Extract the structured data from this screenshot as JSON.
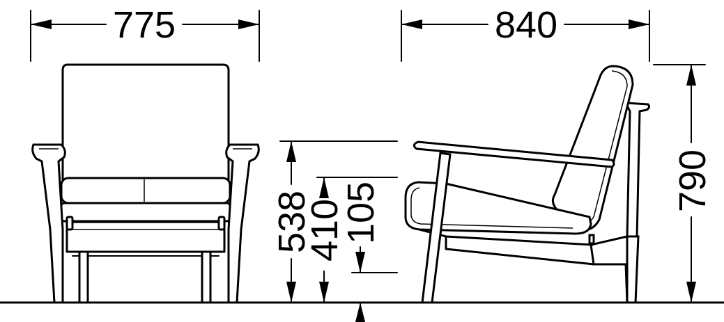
{
  "dimensions": {
    "front_width": "775",
    "side_depth": "840",
    "overall_height": "790",
    "armrest_height": "538",
    "seat_height": "410",
    "leg_clearance": "105"
  },
  "colors": {
    "line": "#000000",
    "background": "#ffffff"
  }
}
